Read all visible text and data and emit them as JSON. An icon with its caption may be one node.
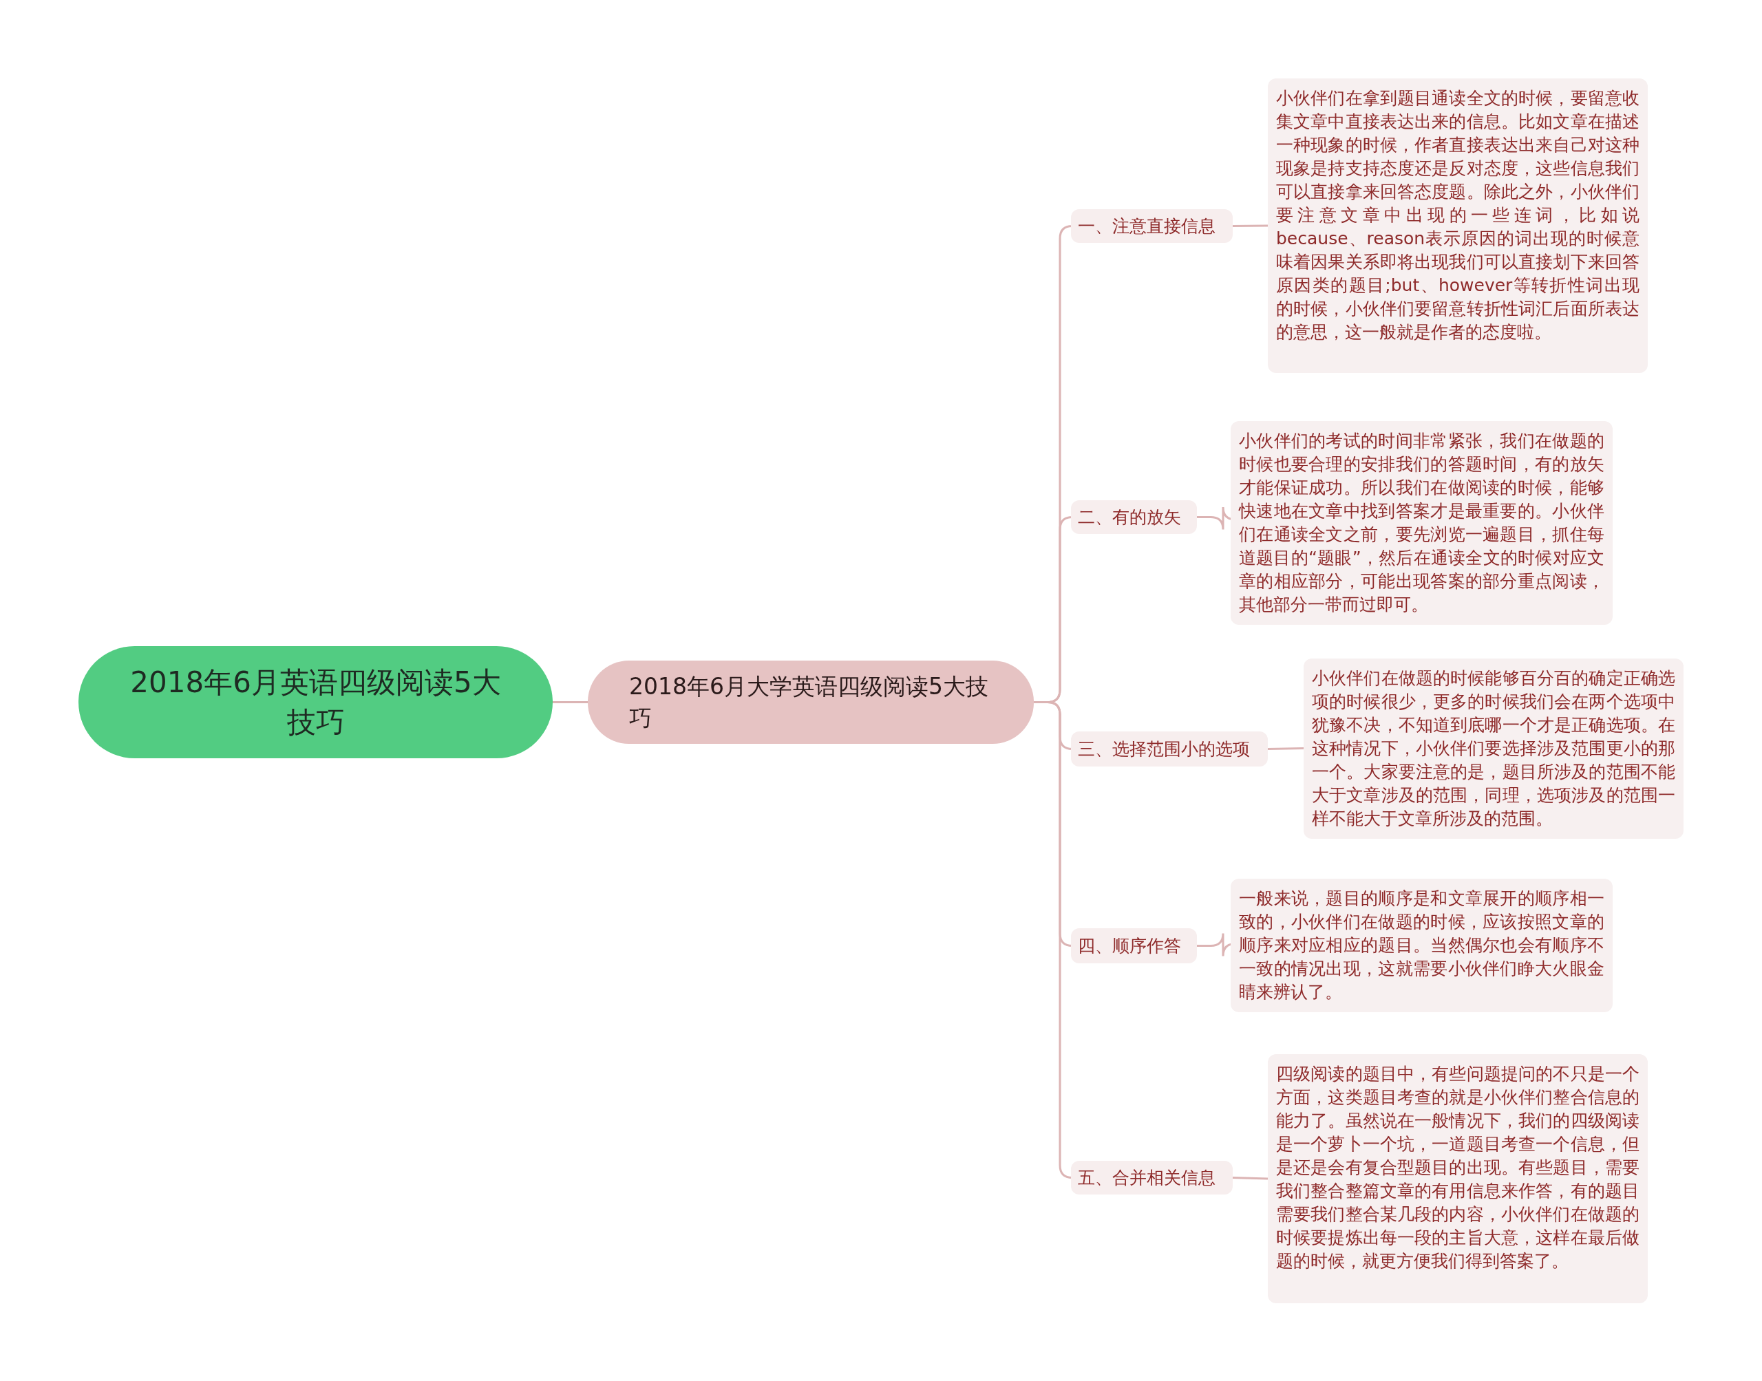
{
  "diagram": {
    "nodes": [
      {
        "text": [
          "2018年6月英语四级阅读5大技巧"
        ]
      },
      {
        "text": [
          "2018年6月大学英语四级阅读5大技巧"
        ]
      },
      {
        "text": [
          "一、注意直接信息"
        ]
      },
      {
        "text": [
          "小伙伴们在拿到题目通读全文的时候，要留意收集文章中直接表达出来的信息。比如文章在描述一种现象的时候，作者直接表达出来自己对这种现象是持支持态度还是反对态度，这些信息我们可以直接拿来回答态度题。除此之外，小伙伴们要注意文章中出现的一些连词，比如说because、reason表示原因的词出现的时候意味着因果关系即将出现我们可以直接划下来回答原因类的题目;but、however等转折性词出现的时候，小伙伴们要留意转折性词汇后面所表达的意思，这一般就是作者的态度啦。"
        ]
      },
      {
        "text": [
          "二、有的放矢"
        ]
      },
      {
        "text": [
          "小伙伴们的考试的时间非常紧张，我们在做题的时候也要合理的安排我们的答题时间，有的放矢才能保证成功。所以我们在做阅读的时候，能够快速地在文章中找到答案才是最重要的。小伙伴们在通读全文之前，要先浏览一遍题目，抓住每道题目的“题眼”，然后在通读全文的时候对应文章的相应部分，可能出现答案的部分重点阅读，其他部分一带而过即可。"
        ]
      },
      {
        "text": [
          "三、选择范围小的选项"
        ]
      },
      {
        "text": [
          "小伙伴们在做题的时候能够百分百的确定正确选项的时候很少，更多的时候我们会在两个选项中犹豫不决，不知道到底哪一个才是正确选项。在这种情况下，小伙伴们要选择涉及范围更小的那一个。大家要注意的是，题目所涉及的范围不能大于文章涉及的范围，同理，选项涉及的范围一样不能大于文章所涉及的范围。"
        ]
      },
      {
        "text": [
          "四、顺序作答"
        ]
      },
      {
        "text": [
          "一般来说，题目的顺序是和文章展开的顺序相一致的，小伙伴们在做题的时候，应该按照文章的顺序来对应相应的题目。当然偶尔也会有顺序不一致的情况出现，这就需要小伙伴们睁大火眼金睛来辨认了。"
        ]
      },
      {
        "text": [
          "五、合并相关信息"
        ]
      },
      {
        "text": [
          "四级阅读的题目中，有些问题提问的不只是一个方面，这类题目考查的就是小伙伴们整合信息的能力了。虽然说在一般情况下，我们的四级阅读是一个萝卜一个坑，一道题目考查一个信息，但是还是会有复合型题目的出现。有些题目，需要我们整合整篇文章的有用信息来作答，有的题目需要我们整合某几段的内容，小伙伴们在做题的时候要提炼出每一段的主旨大意，这样在最后做题的时候，就更方便我们得到答案了。"
        ]
      }
    ],
    "edges": [
      {
        "from": 0,
        "to": 1,
        "arrow": "none"
      },
      {
        "from": 1,
        "to": 2,
        "arrow": "none"
      },
      {
        "from": 1,
        "to": 4,
        "arrow": "none"
      },
      {
        "from": 1,
        "to": 6,
        "arrow": "none"
      },
      {
        "from": 1,
        "to": 8,
        "arrow": "none"
      },
      {
        "from": 1,
        "to": 10,
        "arrow": "none"
      },
      {
        "from": 2,
        "to": 3,
        "arrow": "none"
      },
      {
        "from": 4,
        "to": 5,
        "arrow": "none"
      },
      {
        "from": 6,
        "to": 7,
        "arrow": "none"
      },
      {
        "from": 8,
        "to": 9,
        "arrow": "none"
      },
      {
        "from": 10,
        "to": 11,
        "arrow": "none"
      }
    ]
  }
}
